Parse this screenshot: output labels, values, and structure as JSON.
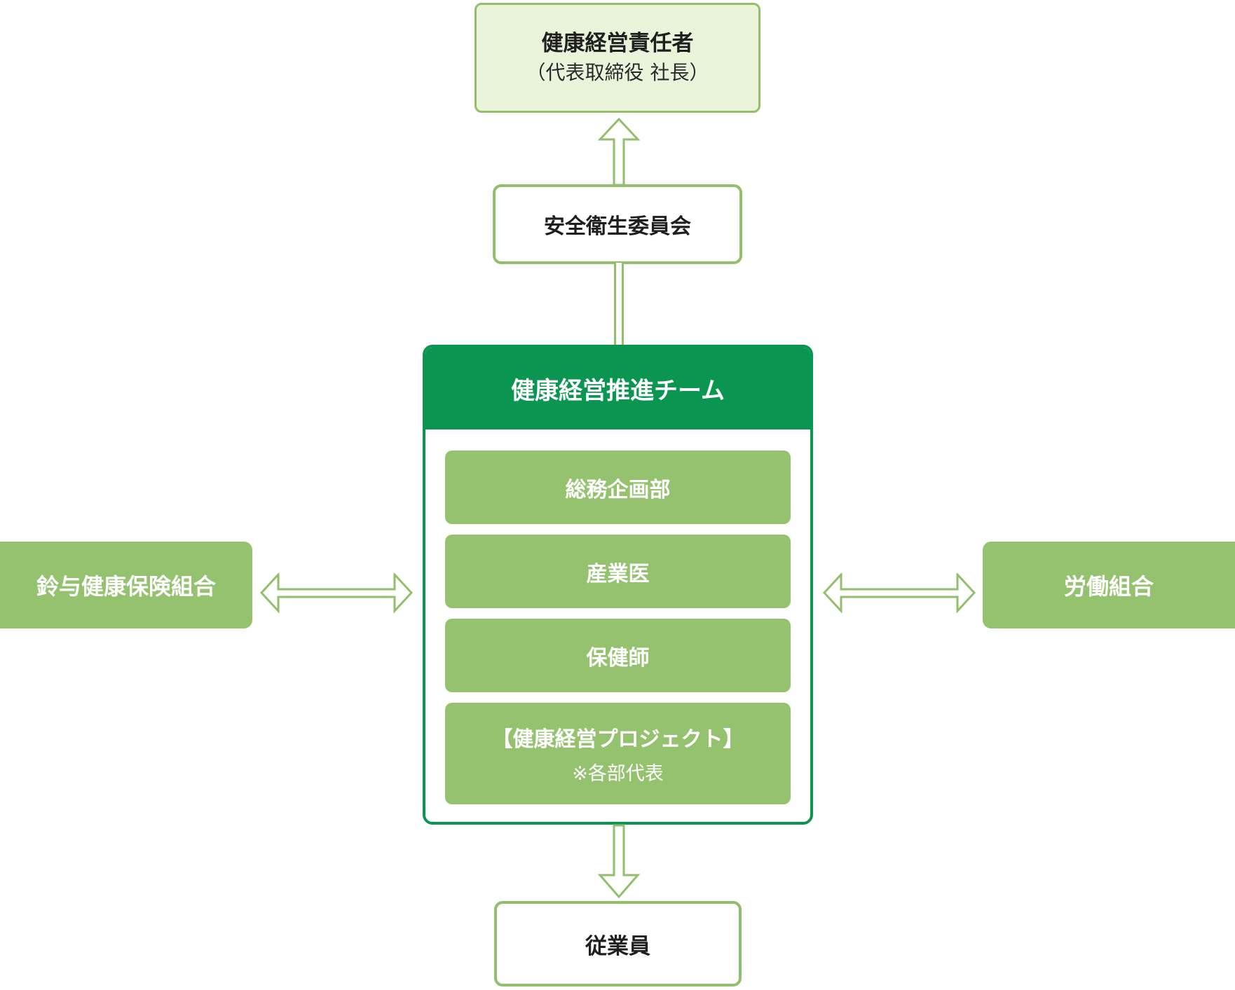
{
  "diagram": {
    "title_box": {
      "title": "健康経営責任者",
      "subtitle": "（代表取締役 社長）"
    },
    "committee_box": {
      "label": "安全衛生委員会"
    },
    "team_panel": {
      "header": "健康経営推進チーム",
      "members": [
        {
          "label": "総務企画部"
        },
        {
          "label": "産業医"
        },
        {
          "label": "保健師"
        },
        {
          "label": "【健康経営プロジェクト】",
          "note": "※各部代表"
        }
      ]
    },
    "left_box": {
      "label": "鈴与健康保険組合"
    },
    "right_box": {
      "label": "労働組合"
    },
    "bottom_box": {
      "label": "従業員"
    },
    "colors": {
      "dark_green": "#0a9551",
      "medium_green": "#95c26e",
      "outline_green": "#92bf6c",
      "pale_green_fill": "#e9f4da",
      "text_dark": "#1f1f1f",
      "text_light": "#ffffff"
    }
  }
}
